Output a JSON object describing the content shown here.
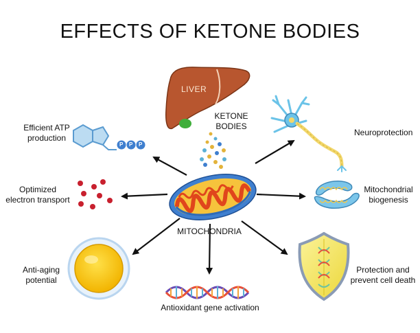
{
  "title": "EFFECTS OF KETONE BODIES",
  "center": {
    "label": "MITOCHONDRIA"
  },
  "liver": {
    "label": "LIVER"
  },
  "ketone": {
    "label": "KETONE\nBODIES"
  },
  "atp": {
    "phosphate_letter": "P"
  },
  "effects": [
    {
      "label": "Efficient ATP\nproduction"
    },
    {
      "label": "Optimized\nelectron transport"
    },
    {
      "label": "Anti-aging\npotential"
    },
    {
      "label": "Antioxidant gene activation"
    },
    {
      "label": "Protection and\nprevent cell death"
    },
    {
      "label": "Mitochondrial\nbiogenesis"
    },
    {
      "label": "Neuroprotection"
    }
  ],
  "colors": {
    "liver": "#b8562f",
    "mito_outer": "#3f7fcf",
    "mito_cristae": "#e0461c",
    "mito_inner": "#f6c33c",
    "arrow": "#111111",
    "shield": "#f5e85a",
    "cell": "#f7c400",
    "dna_a": "#6a4bb5",
    "dna_b": "#e8503a",
    "neuron": "#6bc3e8",
    "axon": "#f2d76b"
  }
}
